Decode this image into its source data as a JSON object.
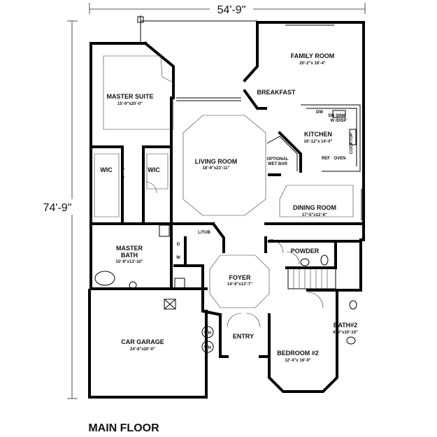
{
  "overall": {
    "width": "54'-9\"",
    "depth": "74'-9\""
  },
  "title": "MAIN FLOOR",
  "rooms": {
    "family_room": {
      "name": "FAMILY ROOM",
      "dims": "20'-2\"x 16'-4\""
    },
    "breakfast": {
      "name": "BREAKFAST"
    },
    "master_suite": {
      "name": "MASTER SUITE",
      "dims": "15'-9\"x20'-0\""
    },
    "kitchen": {
      "name": "KITCHEN",
      "dims": "16'-12\"x 14'-0\""
    },
    "living_room": {
      "name": "LIVING ROOM",
      "dims": "18'-9\"x23'-11\""
    },
    "dining_room": {
      "name": "DINING ROOM",
      "dims": "17'-5\"x12'-6\""
    },
    "master_bath": {
      "name_1": "MASTER",
      "name_2": "BATH",
      "dims": "15'-9\"x13'-10\""
    },
    "foyer": {
      "name": "FOYER",
      "dims": "14'-9\"x13'-7\""
    },
    "powder": {
      "name": "POWDER"
    },
    "car_garage": {
      "name": "CAR GARAGE",
      "dims": "24'-8\"x20'-0\""
    },
    "entry": {
      "name": "ENTRY"
    },
    "bedroom_2": {
      "name": "BEDROOM #2",
      "dims": "12'-4\"x 16'-0\""
    },
    "bath_2": {
      "name": "BATH#2",
      "dims": "4'-9\"x10'-10\""
    }
  },
  "labels": {
    "wic": "WIC",
    "laundry": "L/TUB",
    "d": "D",
    "w": "W",
    "wh": "WH",
    "dw": "DW",
    "db_sink": "DB  SINK",
    "wdisp": "W /DISP",
    "cooktop": "COOKTOP",
    "ref": "REF",
    "oven": "OVEN",
    "optional_1": "OPTIONAL",
    "optional_2": "WET BAR"
  }
}
